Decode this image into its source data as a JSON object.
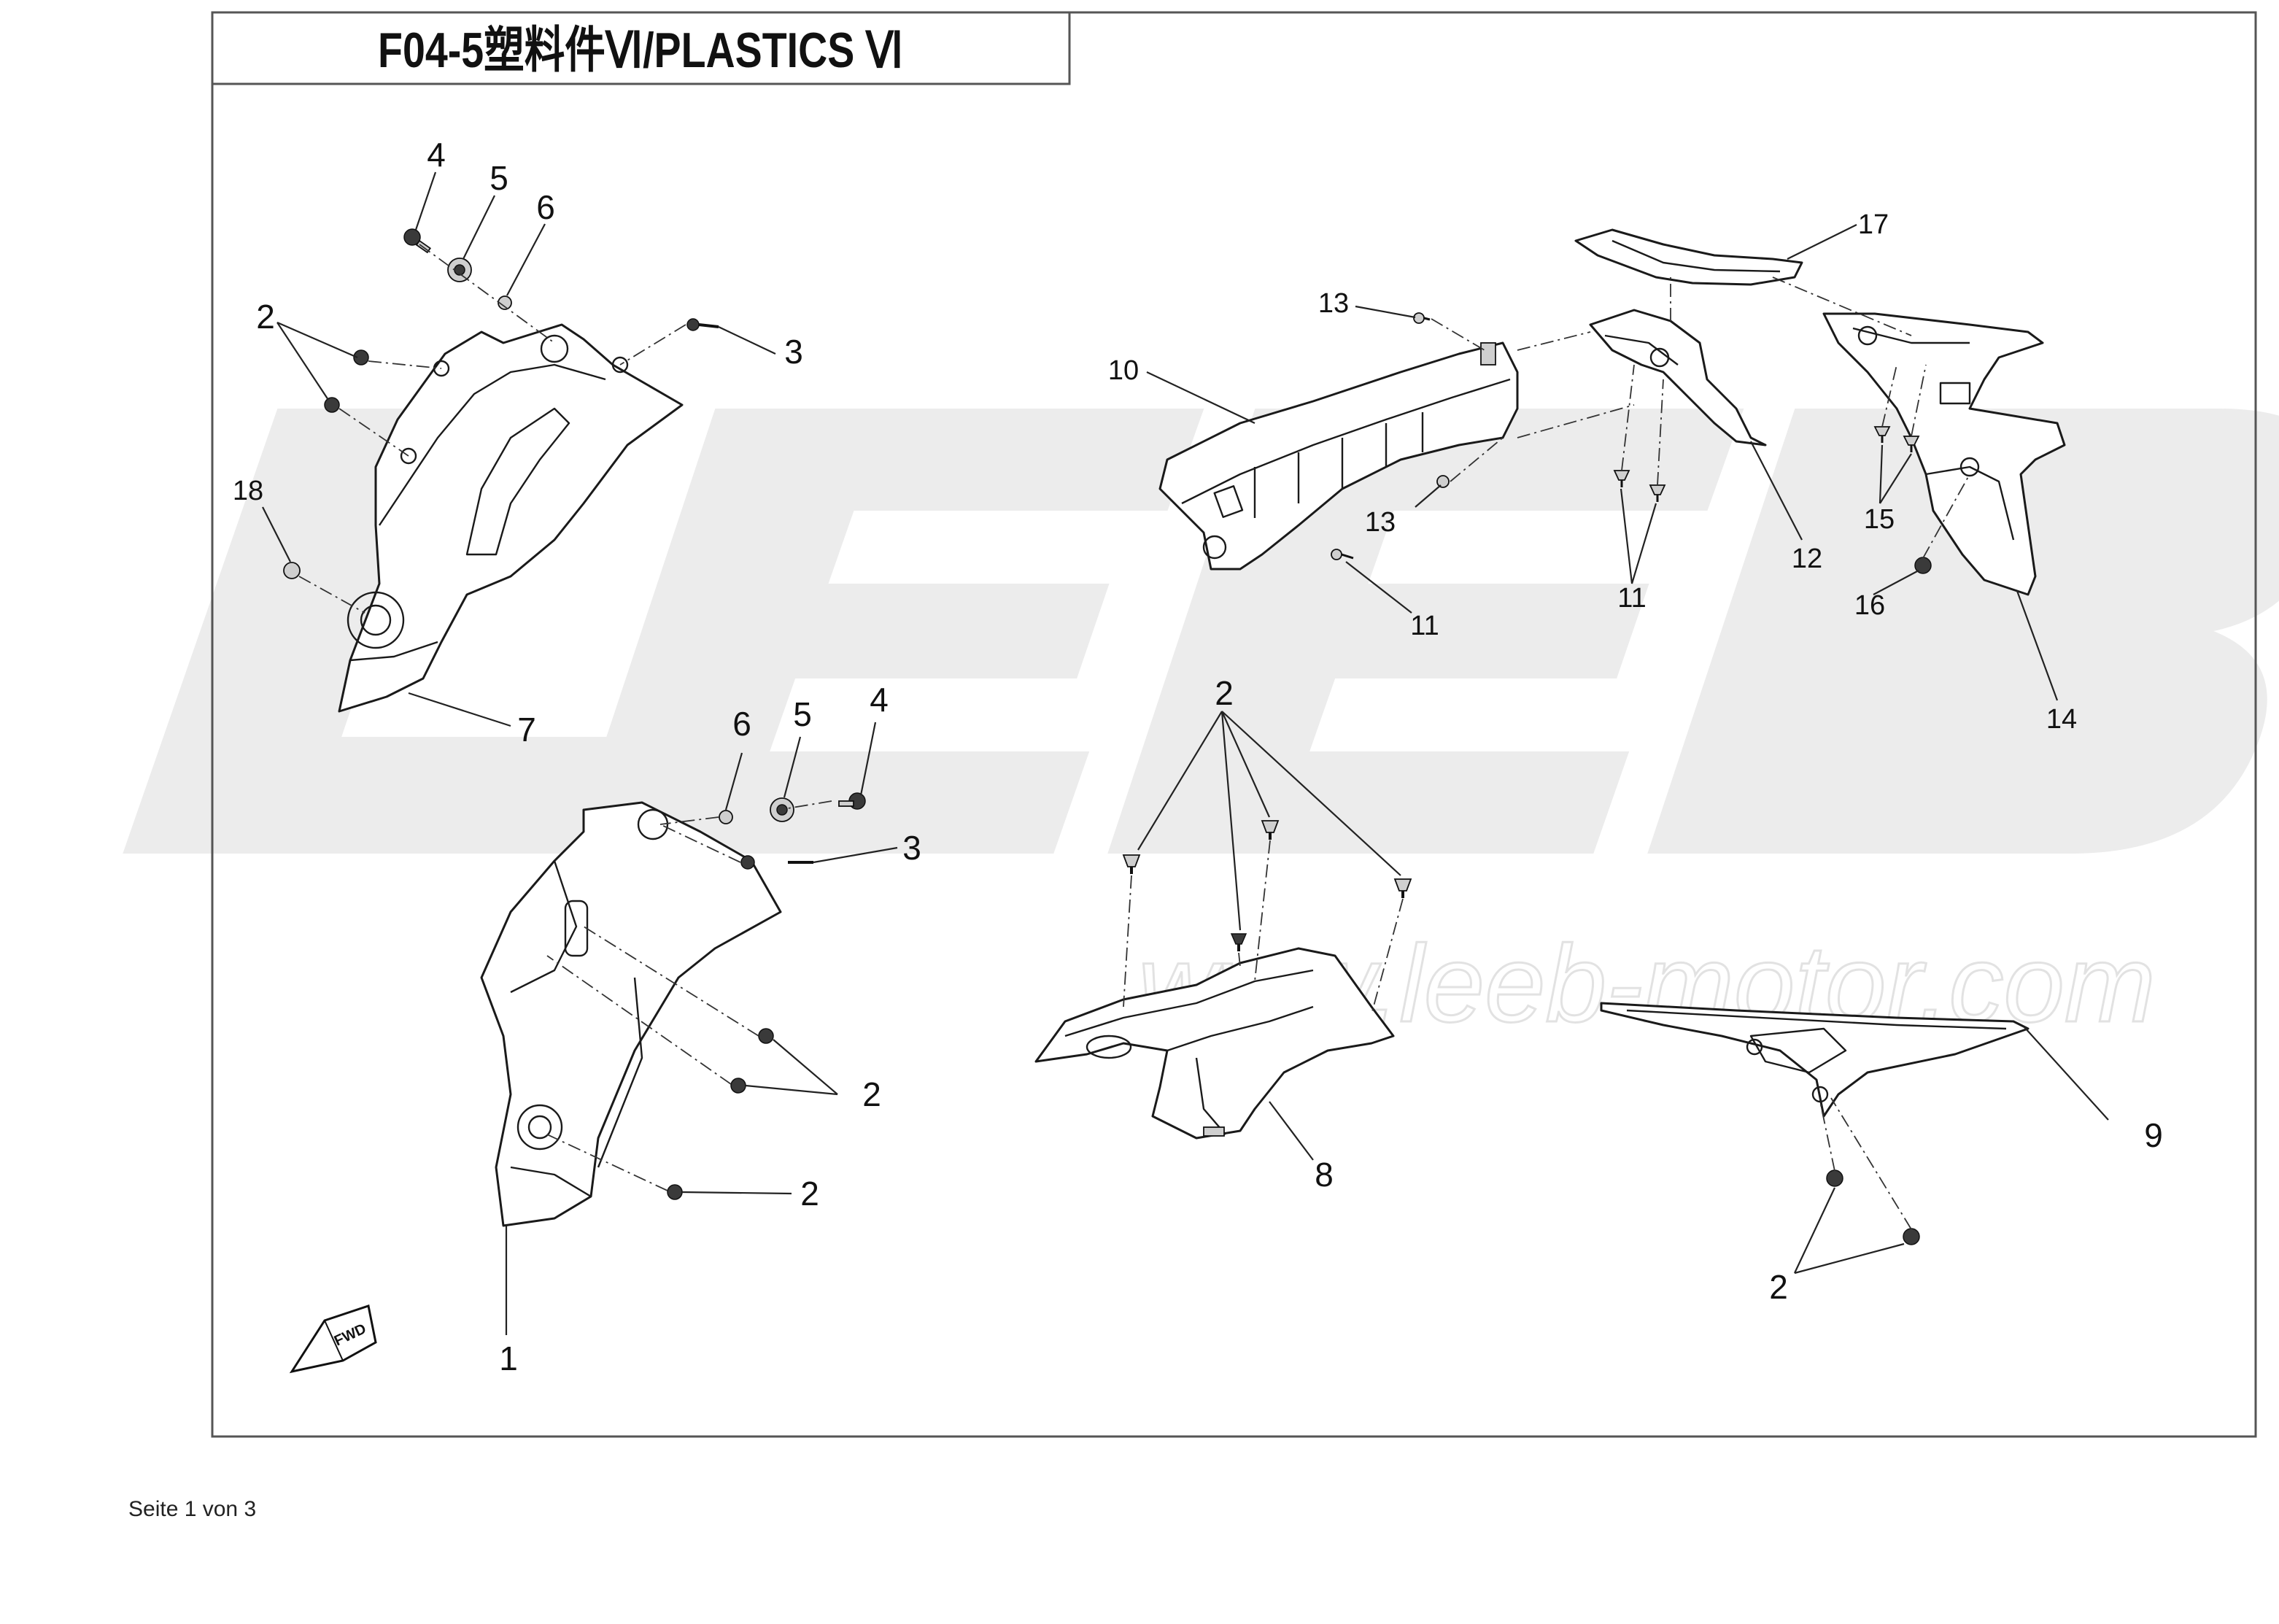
{
  "title": "F04-5塑料件Ⅵ/PLASTICS Ⅵ",
  "watermark": {
    "brand": "LEEB",
    "url": "www.leeb-motor.com"
  },
  "footer": "Seite 1 von 3",
  "fwd_label": "FWD",
  "callouts": {
    "c1": "1",
    "c2a": "2",
    "c2b": "2",
    "c2c": "2",
    "c2d": "2",
    "c2e": "2",
    "c3a": "3",
    "c3b": "3",
    "c4a": "4",
    "c4b": "4",
    "c5a": "5",
    "c5b": "5",
    "c6a": "6",
    "c6b": "6",
    "c7": "7",
    "c8": "8",
    "c9": "9",
    "c10": "10",
    "c11a": "11",
    "c11b": "11",
    "c12": "12",
    "c13a": "13",
    "c13b": "13",
    "c14": "14",
    "c15": "15",
    "c16": "16",
    "c17": "17",
    "c18": "18"
  },
  "colors": {
    "line": "#1a1a1a",
    "watermark": "#ececec",
    "frame": "#555555"
  }
}
